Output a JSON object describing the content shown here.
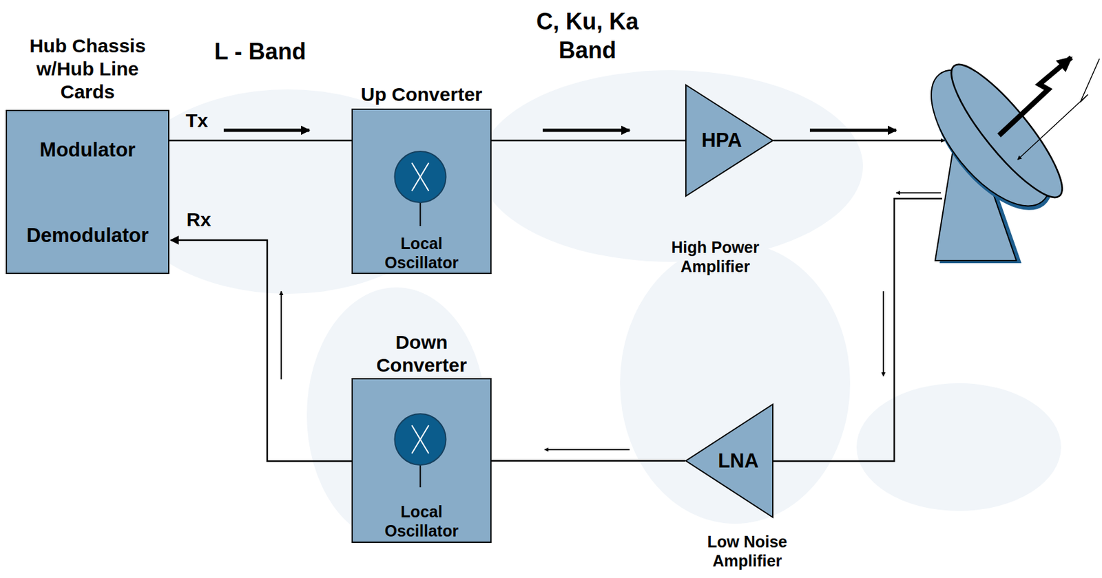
{
  "diagram": {
    "nodes": [
      {
        "text": [
          "Hub Chassis w/Hub Line Cards",
          "Modulator",
          "Demodulator"
        ]
      },
      {
        "text": [
          "Up Converter",
          "Local Oscillator"
        ]
      },
      {
        "text": [
          "HPA",
          "High Power Amplifier"
        ]
      },
      {
        "text": [
          "Down Converter",
          "Local Oscillator"
        ]
      },
      {
        "text": [
          "LNA",
          "Low Noise Amplifier"
        ]
      }
    ],
    "edges": [
      {
        "from": 0,
        "to": 1,
        "arrow": "none"
      },
      {
        "from": 1,
        "to": 2,
        "arrow": "none"
      },
      {
        "from": 3,
        "to": 0,
        "arrow": "to"
      },
      {
        "from": 4,
        "to": 3,
        "arrow": "none"
      }
    ],
    "labels": [
      "L - Band",
      "C, Ku, Ka Band",
      "Tx",
      "Rx"
    ]
  }
}
